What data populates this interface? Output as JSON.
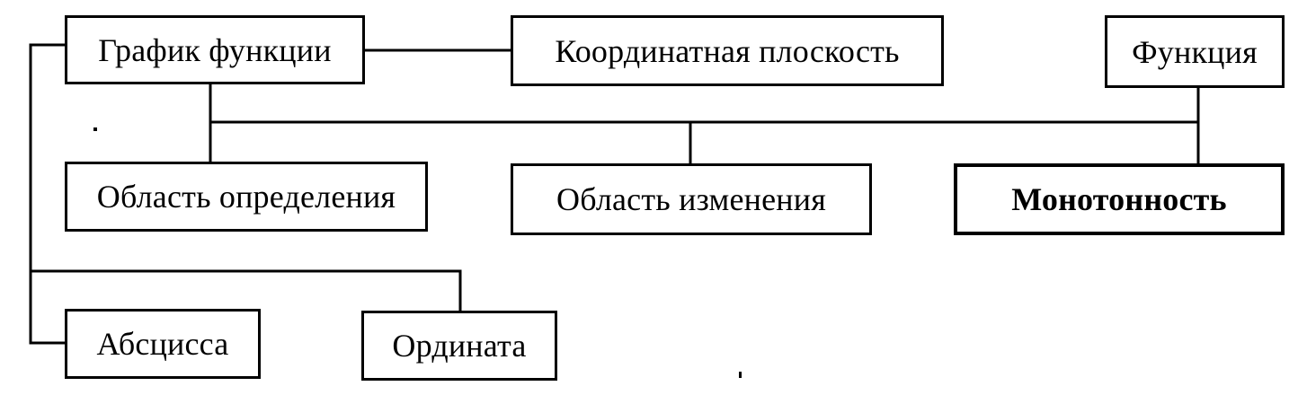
{
  "nodes": {
    "graph": "График функции",
    "plane": "Координатная плоскость",
    "function": "Функция",
    "domain": "Область определения",
    "range": "Область изменения",
    "monotonicity": "Монотонность",
    "abscissa": "Абсцисса",
    "ordinate": "Ордината"
  }
}
